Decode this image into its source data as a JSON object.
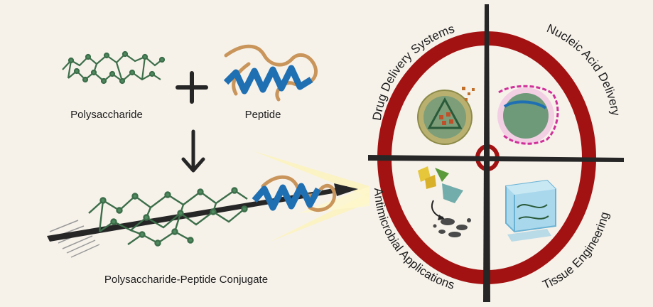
{
  "labels": {
    "polysaccharide": "Polysaccharide",
    "peptide": "Peptide",
    "conjugate": "Polysaccharide-Peptide Conjugate"
  },
  "quadrants": {
    "drug_delivery": "Drug Delivery Systems",
    "nucleic_acid": "Nucleic Acid Delivery",
    "antimicrobial": "Antimicrobial Applications",
    "tissue": "Tissue Engineering"
  },
  "colors": {
    "background": "#f6f2ea",
    "target_red": "#a31212",
    "polysaccharide_green": "#3d6e4a",
    "helix_blue": "#1f6fb3",
    "peptide_tan": "#c9955a",
    "dark": "#262626"
  },
  "icons": {
    "plus": "plus-icon",
    "arrow_down": "arrow-down-icon",
    "arrow": "arrow-icon"
  }
}
